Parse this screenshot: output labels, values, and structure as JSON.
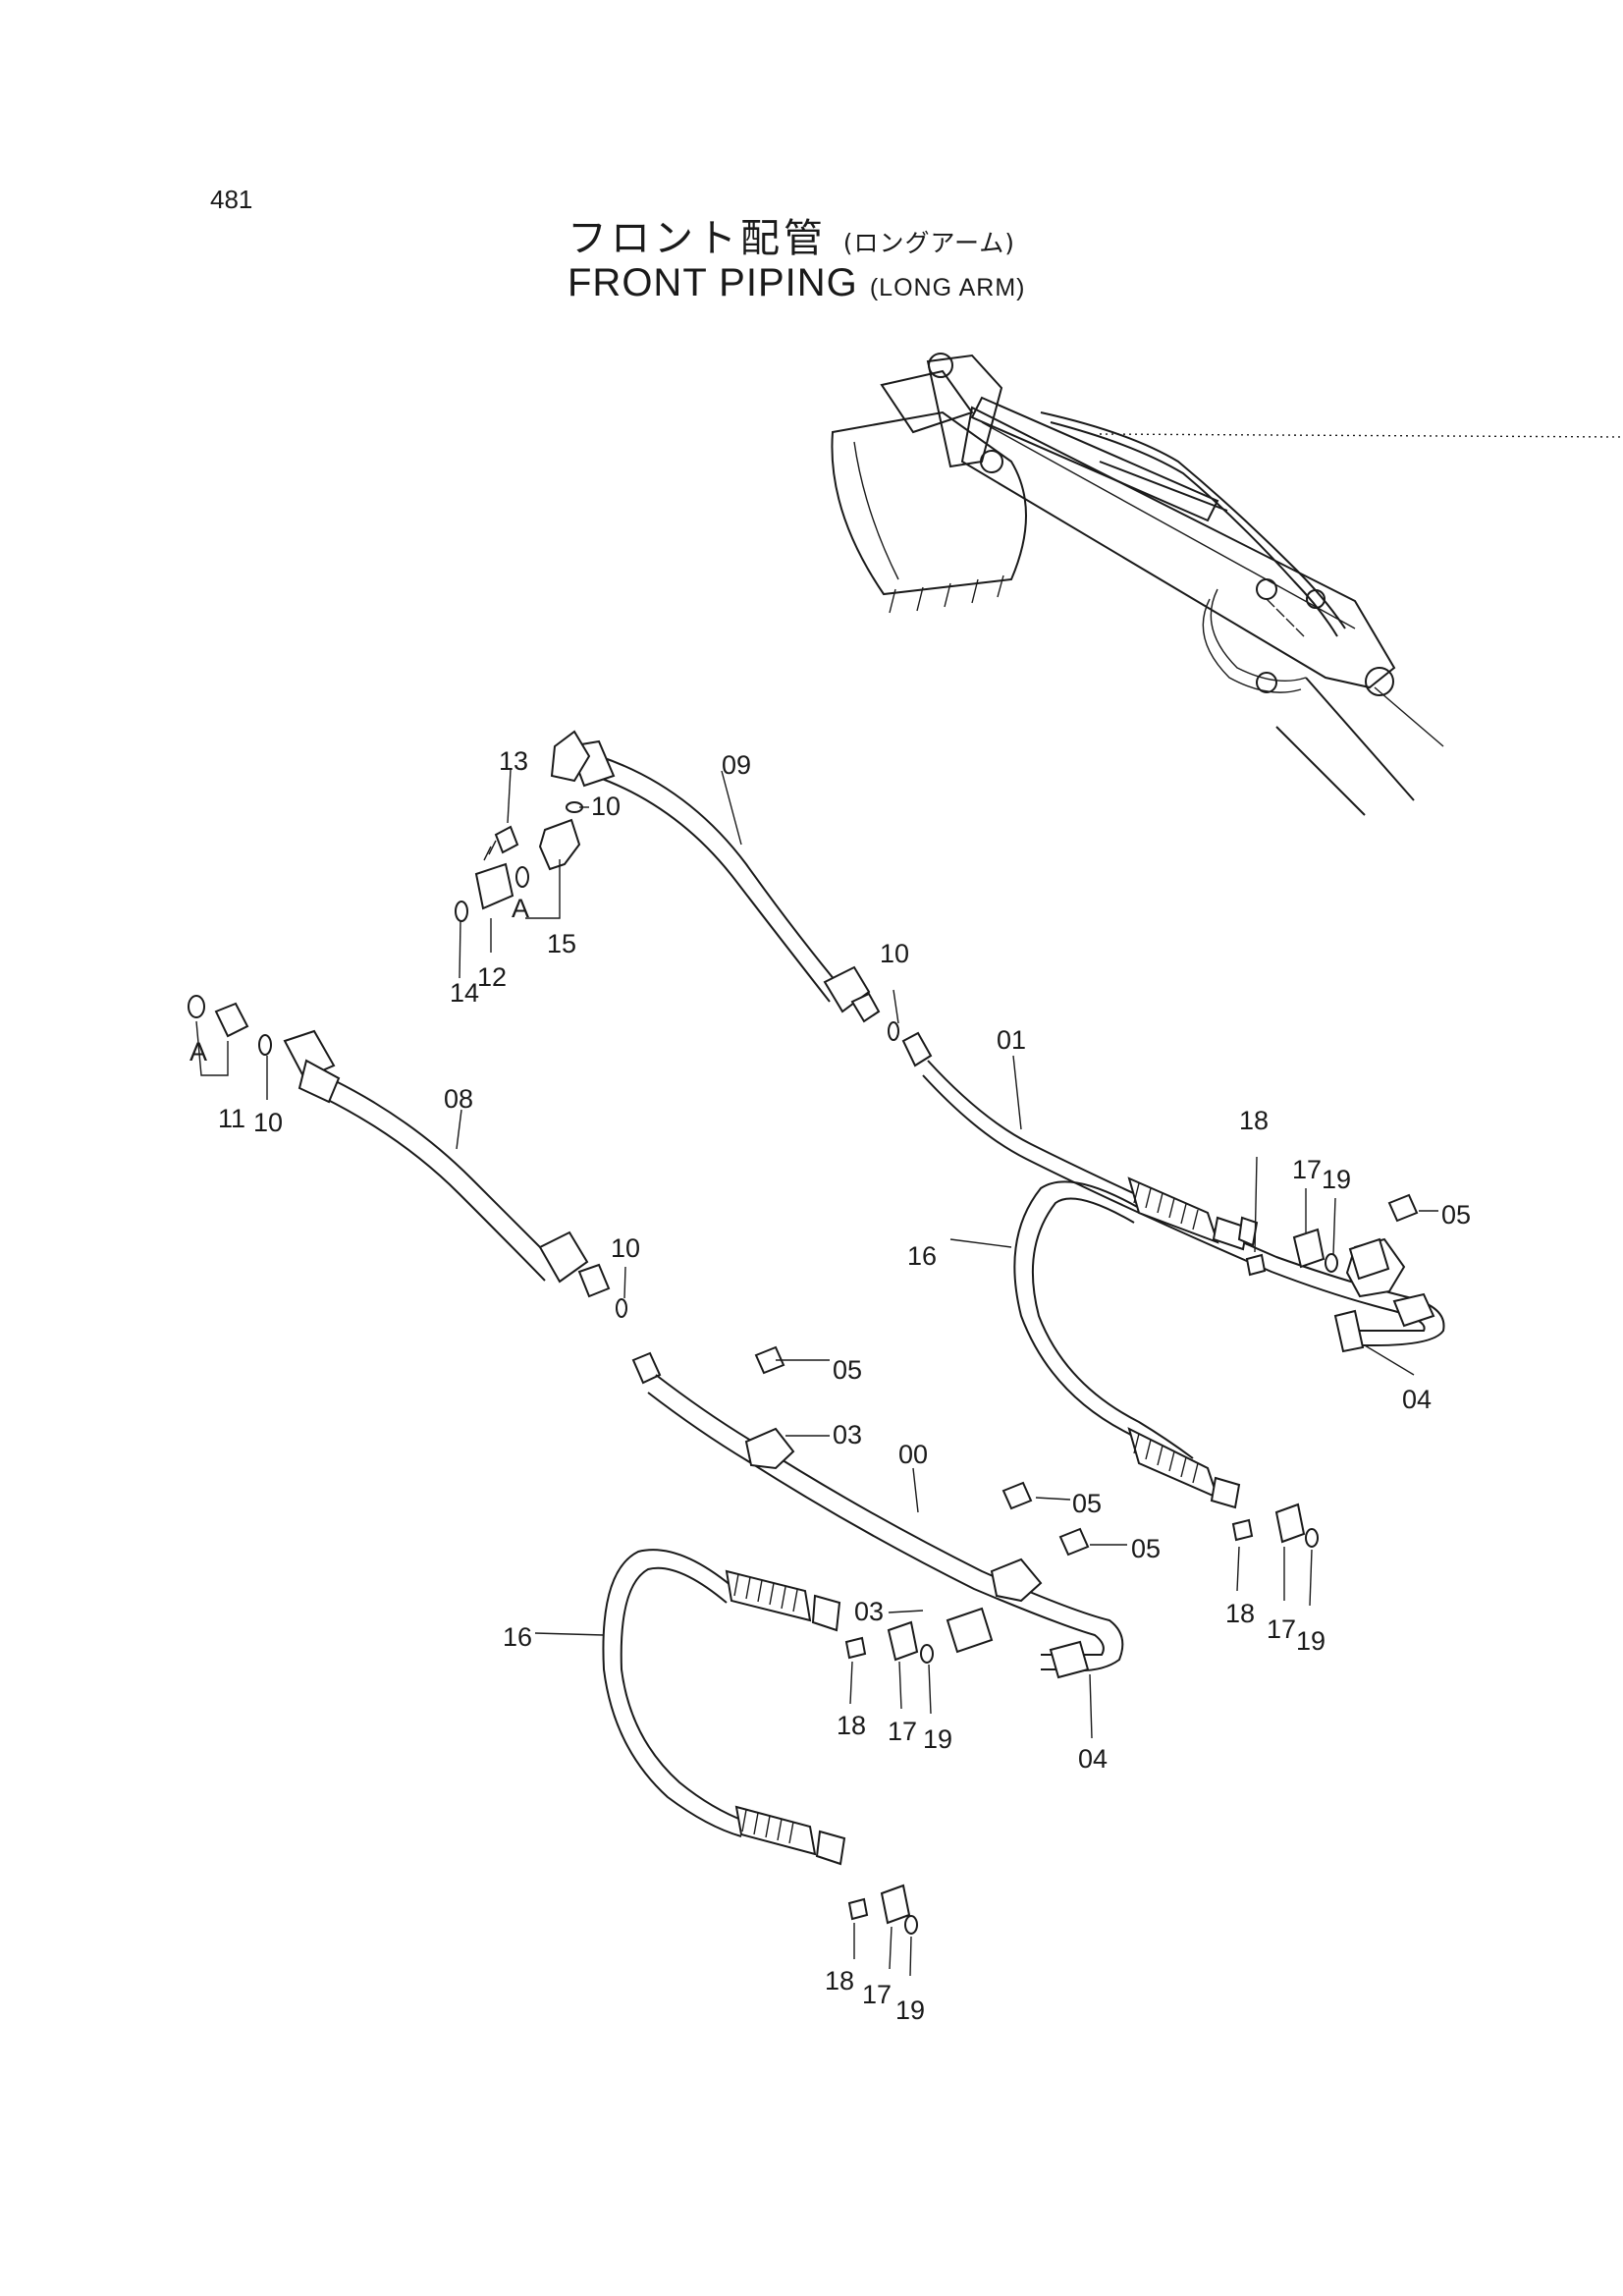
{
  "page_number": "481",
  "title": {
    "jp_main": "フロント配管",
    "jp_sub": "(ロングアーム)",
    "en_main": "FRONT PIPING",
    "en_sub": "(LONG ARM)"
  },
  "parts": {
    "p00": "00",
    "p01": "01",
    "p03": "03",
    "p04": "04",
    "p05": "05",
    "p08": "08",
    "p09": "09",
    "p10": "10",
    "p11": "11",
    "p12": "12",
    "p13": "13",
    "p14": "14",
    "p15": "15",
    "p16": "16",
    "p17": "17",
    "p18": "18",
    "p19": "19"
  },
  "reference_mark": "A",
  "colors": {
    "ink": "#1a1a1a",
    "paper": "#ffffff"
  }
}
